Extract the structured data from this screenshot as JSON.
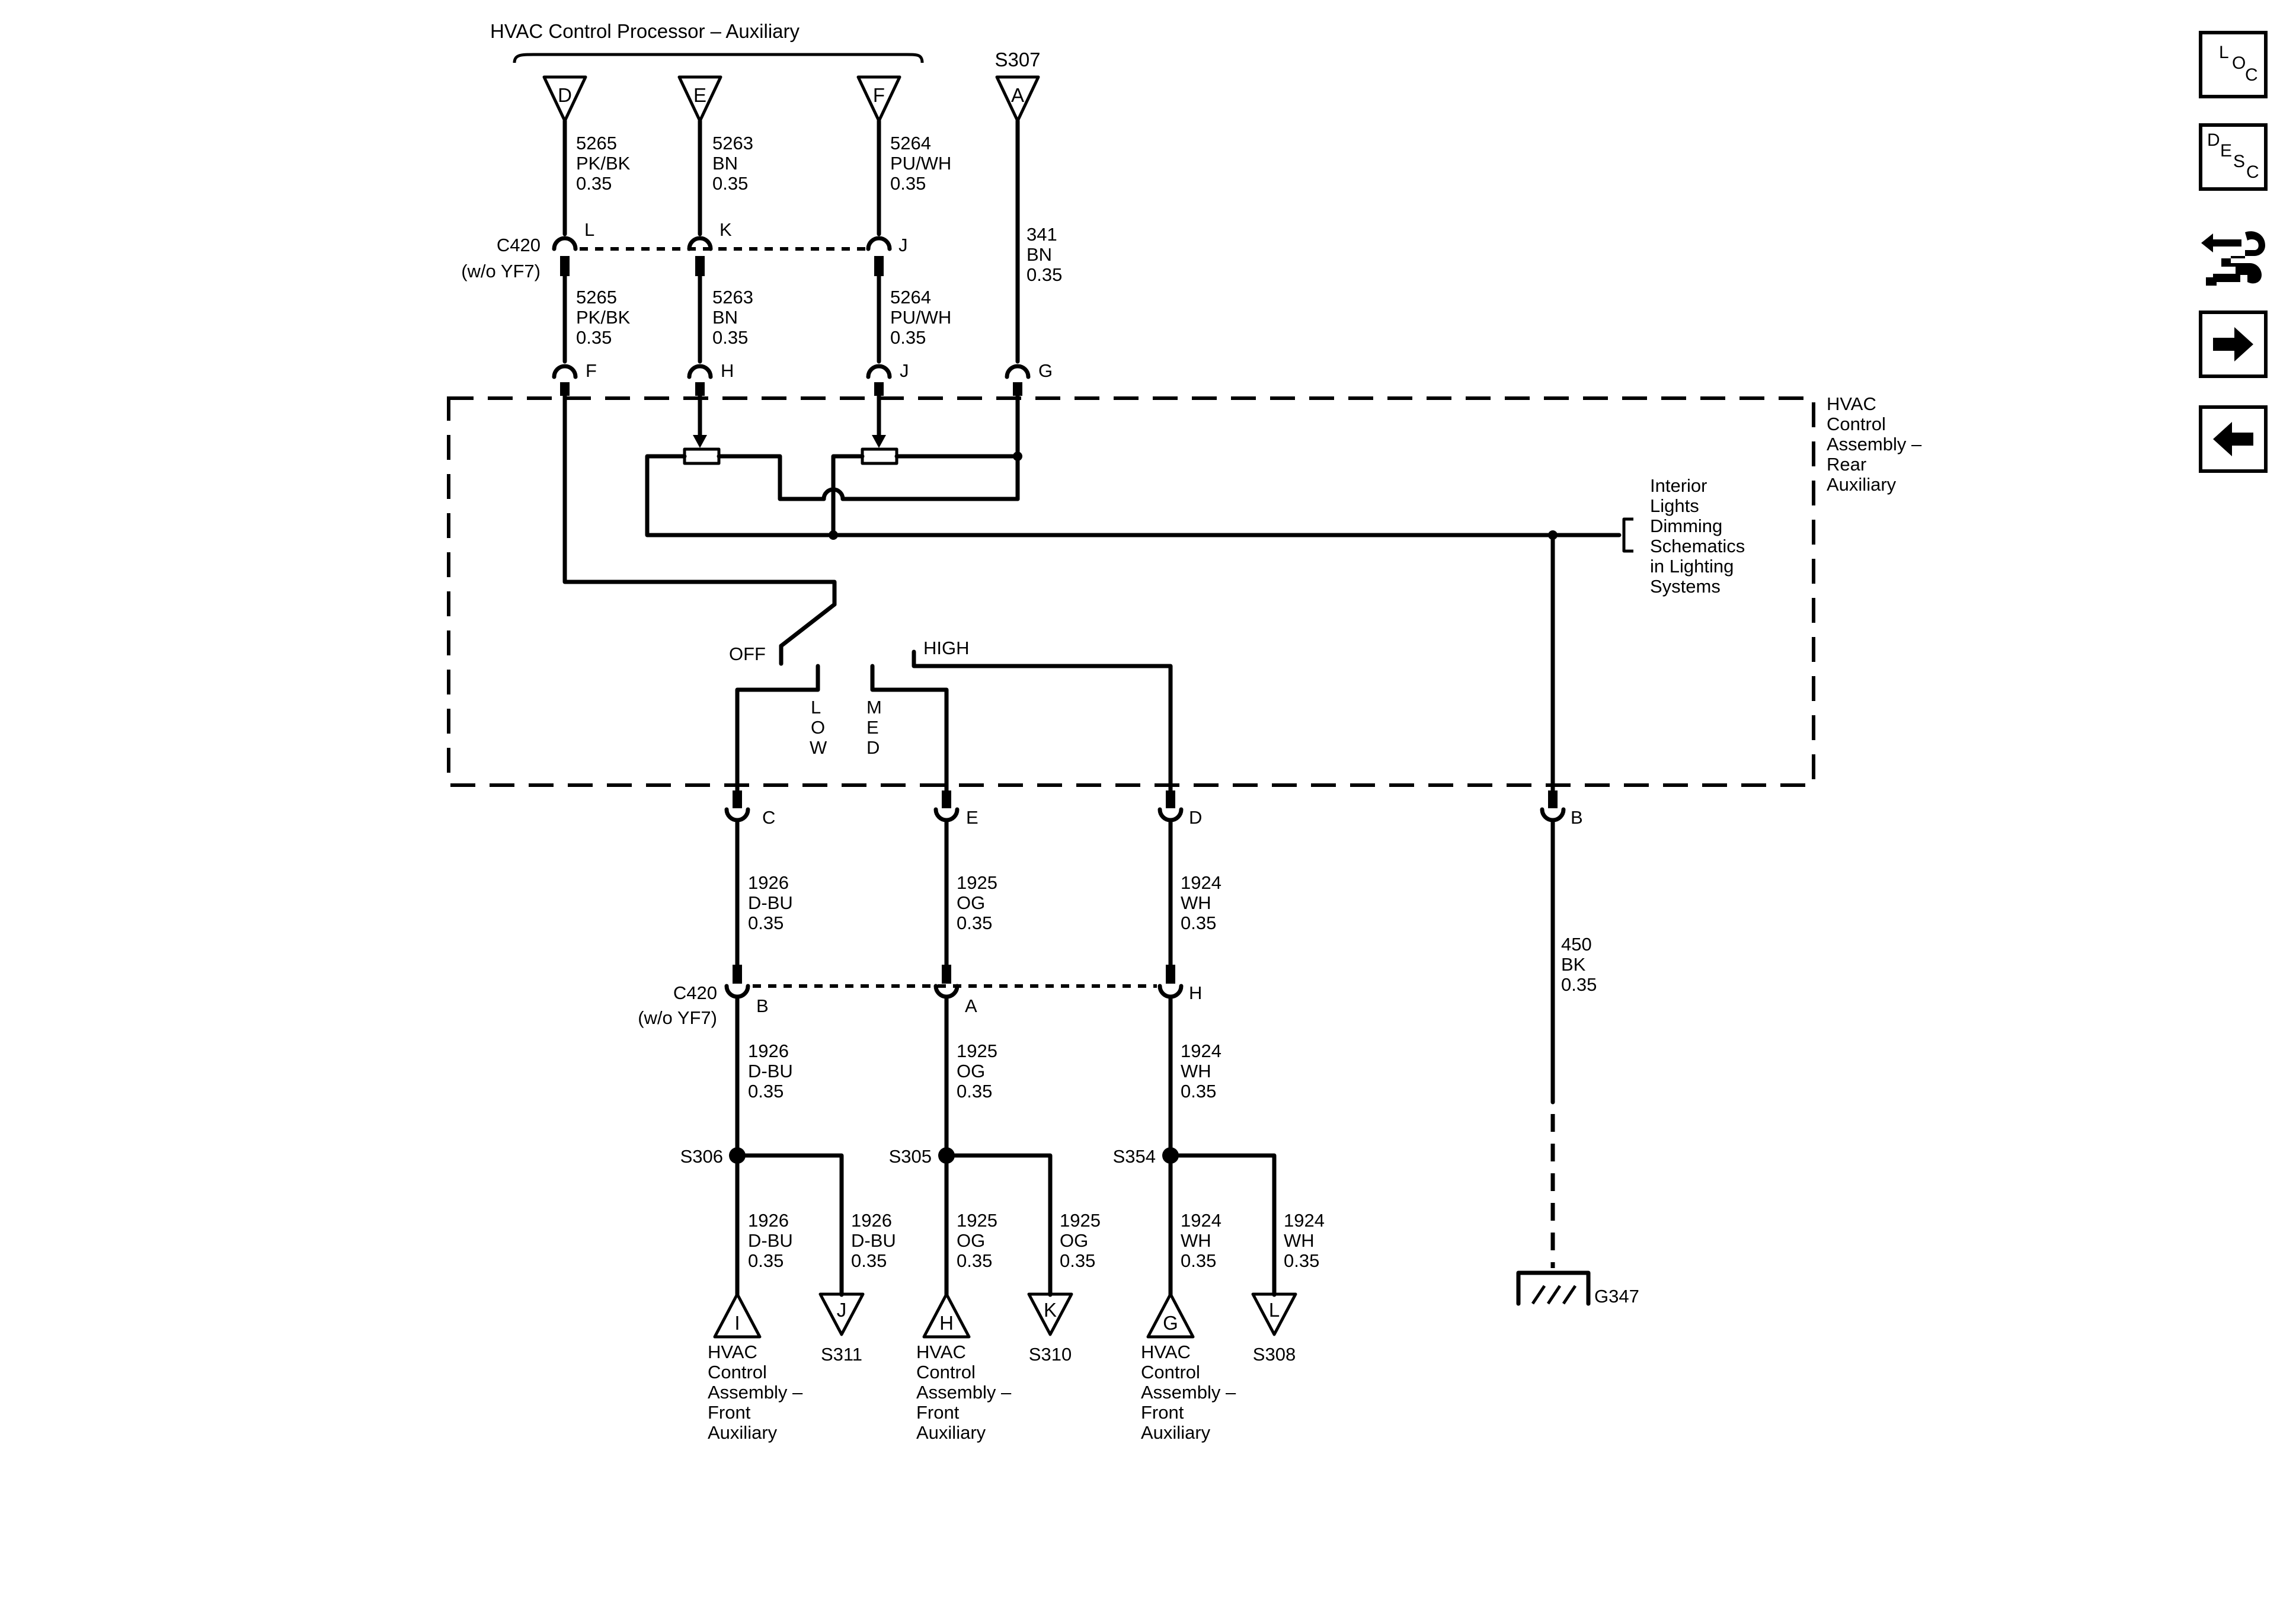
{
  "labels": {
    "processor_title": "HVAC Control Processor – Auxiliary",
    "s307": "S307",
    "c420": "C420",
    "wo_yf7": "(w/o YF7)",
    "assembly": [
      "HVAC",
      "Control",
      "Assembly –",
      "Rear",
      "Auxiliary"
    ],
    "interior_ref": [
      "Interior",
      "Lights",
      "Dimming",
      "Schematics",
      "in Lighting",
      "Systems"
    ],
    "off": "OFF",
    "high": "HIGH",
    "low": [
      "L",
      "O",
      "W"
    ],
    "med": [
      "M",
      "E",
      "D"
    ],
    "g347": "G347"
  },
  "top_connectors": [
    {
      "letter": "D"
    },
    {
      "letter": "E"
    },
    {
      "letter": "F"
    },
    {
      "letter": "A"
    }
  ],
  "upper_wires": [
    {
      "circuit": "5265",
      "color": "PK/BK",
      "gauge": "0.35"
    },
    {
      "circuit": "5263",
      "color": "BN",
      "gauge": "0.35"
    },
    {
      "circuit": "5264",
      "color": "PU/WH",
      "gauge": "0.35"
    },
    {
      "circuit": "341",
      "color": "BN",
      "gauge": "0.35"
    }
  ],
  "c420_top_pins": [
    "L",
    "K",
    "J"
  ],
  "assembly_top_pins": [
    "F",
    "H",
    "J",
    "G"
  ],
  "assembly_bottom_pins": [
    "C",
    "E",
    "D",
    "B"
  ],
  "lower_wires": [
    {
      "circuit": "1926",
      "color": "D-BU",
      "gauge": "0.35"
    },
    {
      "circuit": "1925",
      "color": "OG",
      "gauge": "0.35"
    },
    {
      "circuit": "1924",
      "color": "WH",
      "gauge": "0.35"
    },
    {
      "circuit": "450",
      "color": "BK",
      "gauge": "0.35"
    }
  ],
  "c420_bottom_pins": [
    "B",
    "A",
    "H"
  ],
  "splices": [
    {
      "name": "S306",
      "dest_letter": "I",
      "dest_label": [
        "HVAC",
        "Control",
        "Assembly –",
        "Front",
        "Auxiliary"
      ],
      "branch_letter": "J",
      "branch_label": "S311"
    },
    {
      "name": "S305",
      "dest_letter": "H",
      "dest_label": [
        "HVAC",
        "Control",
        "Assembly –",
        "Front",
        "Auxiliary"
      ],
      "branch_letter": "K",
      "branch_label": "S310"
    },
    {
      "name": "S354",
      "dest_letter": "G",
      "dest_label": [
        "HVAC",
        "Control",
        "Assembly –",
        "Front",
        "Auxiliary"
      ],
      "branch_letter": "L",
      "branch_label": "S308"
    }
  ],
  "side_buttons": {
    "loc": [
      "L",
      "O",
      "C"
    ],
    "desc": [
      "D",
      "E",
      "S",
      "C"
    ]
  }
}
